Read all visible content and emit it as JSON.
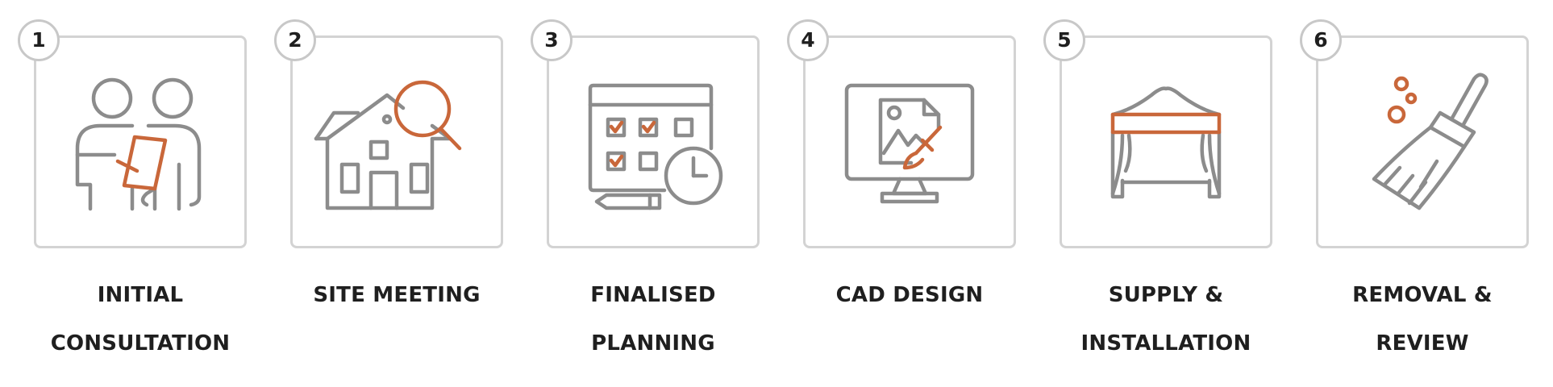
{
  "colors": {
    "stroke": "#8c8c8c",
    "accent": "#c9673a",
    "card_border": "#d3d3d3",
    "text": "#1f1f1f"
  },
  "steps": [
    {
      "number": "1",
      "label_line1": "INITIAL",
      "label_line2": "CONSULTATION",
      "icon": "consultation-icon"
    },
    {
      "number": "2",
      "label_line1": "SITE MEETING",
      "label_line2": "",
      "icon": "site-inspection-icon"
    },
    {
      "number": "3",
      "label_line1": "FINALISED",
      "label_line2": "PLANNING",
      "icon": "planning-calendar-icon"
    },
    {
      "number": "4",
      "label_line1": "CAD DESIGN",
      "label_line2": "",
      "icon": "cad-monitor-icon"
    },
    {
      "number": "5",
      "label_line1": "SUPPLY &",
      "label_line2": "INSTALLATION",
      "icon": "marquee-tent-icon"
    },
    {
      "number": "6",
      "label_line1": "REMOVAL &",
      "label_line2": "REVIEW",
      "icon": "broom-icon"
    }
  ]
}
